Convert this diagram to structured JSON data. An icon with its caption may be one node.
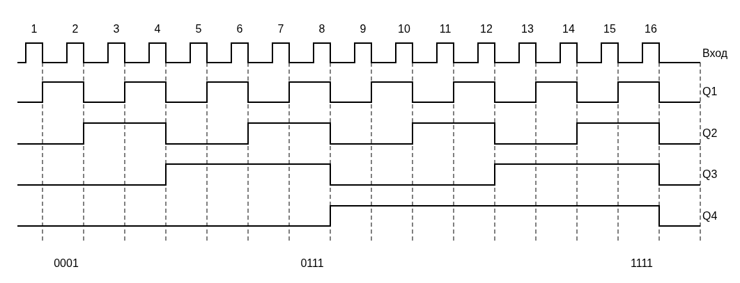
{
  "diagram": {
    "labels": [
      "1",
      "2",
      "3",
      "4",
      "5",
      "6",
      "7",
      "8",
      "9",
      "10",
      "11",
      "12",
      "13",
      "14",
      "15",
      "16",
      "Вход",
      "Q1",
      "Q2",
      "Q3",
      "Q4",
      "0001",
      "0111",
      "1111"
    ]
  }
}
